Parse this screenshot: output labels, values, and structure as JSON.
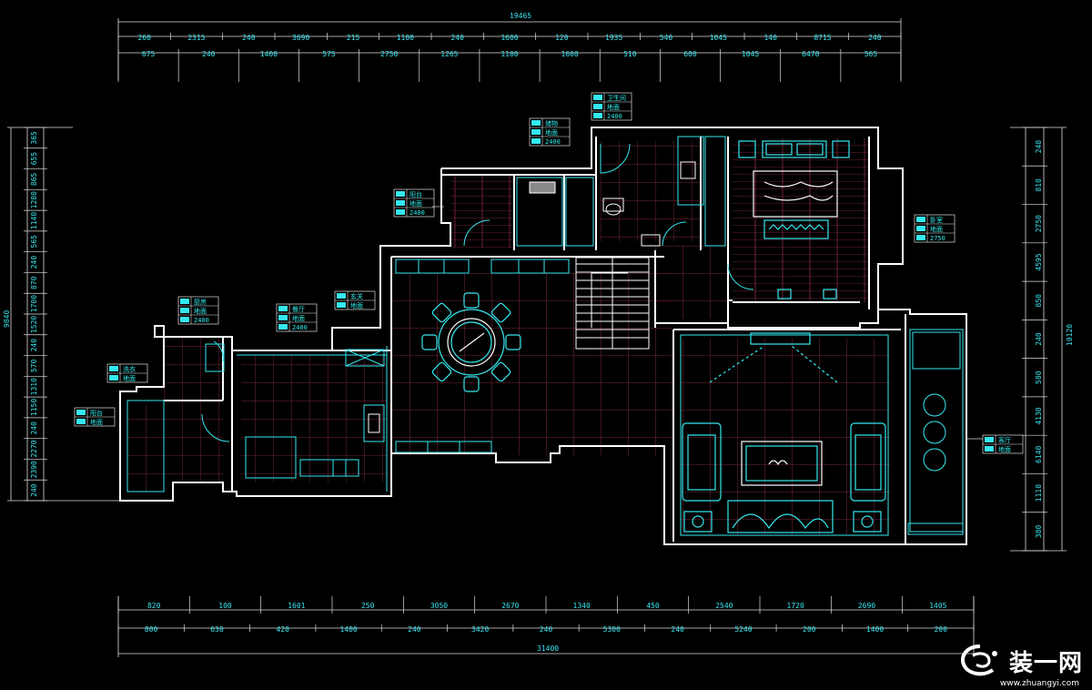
{
  "plan": {
    "overall_top": "19465",
    "overall_bottom": "31400",
    "overall_left": "9840",
    "overall_right": "10120",
    "top_row1": [
      "260",
      "2315",
      "240",
      "3690",
      "215",
      "1100",
      "240",
      "1600",
      "120",
      "1935",
      "540",
      "1045",
      "140",
      "8715",
      "240"
    ],
    "top_row2": [
      "675",
      "240",
      "1400",
      "575",
      "2750",
      "1265",
      "1100",
      "1600",
      "510",
      "600",
      "1045",
      "6470",
      "565"
    ],
    "bottom_row1": [
      "820",
      "100",
      "1601",
      "250",
      "3050",
      "2670",
      "1340",
      "450",
      "2540",
      "1720",
      "2690",
      "1405"
    ],
    "bottom_row2": [
      "800",
      "630",
      "420",
      "1400",
      "240",
      "3420",
      "240",
      "5300",
      "240",
      "5240",
      "200",
      "1400",
      "200"
    ],
    "left_dims": [
      "365",
      "655",
      "865",
      "1280",
      "1140",
      "565",
      "240",
      "870",
      "1700",
      "1520",
      "240",
      "570",
      "1310",
      "1150",
      "240",
      "2270",
      "2390",
      "240"
    ],
    "right_dims": [
      "240",
      "810",
      "2750",
      "4595",
      "850",
      "240",
      "580",
      "4130",
      "6140",
      "1110",
      "380"
    ],
    "room_tags": [
      {
        "name": "master-bedroom",
        "lines": [
          "卧室",
          "地面",
          "2750"
        ]
      },
      {
        "name": "bathroom",
        "lines": [
          "卫生间",
          "地面",
          "2400"
        ]
      },
      {
        "name": "store",
        "lines": [
          "储物",
          "地面",
          "2400"
        ]
      },
      {
        "name": "balcony-n",
        "lines": [
          "阳台",
          "地面",
          "2400"
        ]
      },
      {
        "name": "kitchen",
        "lines": [
          "厨房",
          "地面",
          "2400"
        ]
      },
      {
        "name": "dining",
        "lines": [
          "餐厅",
          "地面",
          "2400"
        ]
      },
      {
        "name": "entry",
        "lines": [
          "玄关",
          "地面"
        ]
      },
      {
        "name": "laundry",
        "lines": [
          "洗衣",
          "地面"
        ]
      },
      {
        "name": "balcony-s",
        "lines": [
          "阳台",
          "地面"
        ]
      },
      {
        "name": "living",
        "lines": [
          "客厅",
          "地面"
        ]
      }
    ]
  },
  "watermark": {
    "brand": "装一网",
    "url": "www.zhuangyi.com"
  },
  "colors": {
    "wall": "#ffffff",
    "dim": "#39e6f0",
    "grid": "#b43850",
    "furniture": "#35e8ef",
    "wood": "#a0304a"
  }
}
